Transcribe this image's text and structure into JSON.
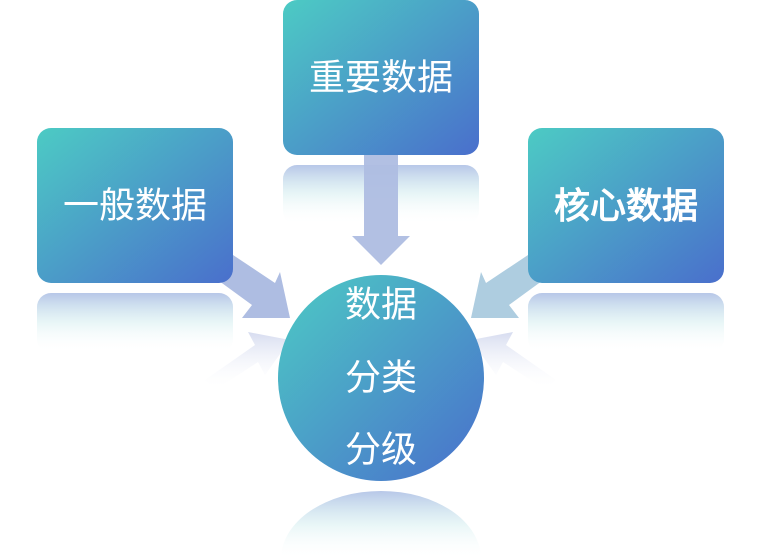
{
  "center": {
    "lines": [
      "数据",
      "分类",
      "分级"
    ]
  },
  "nodes": {
    "top": "重要数据",
    "left": "一般数据",
    "right": "核心数据"
  },
  "colors": {
    "gradient_start": "#4ccbc4",
    "gradient_end": "#4a6fcc",
    "arrow": "#aebde2"
  }
}
